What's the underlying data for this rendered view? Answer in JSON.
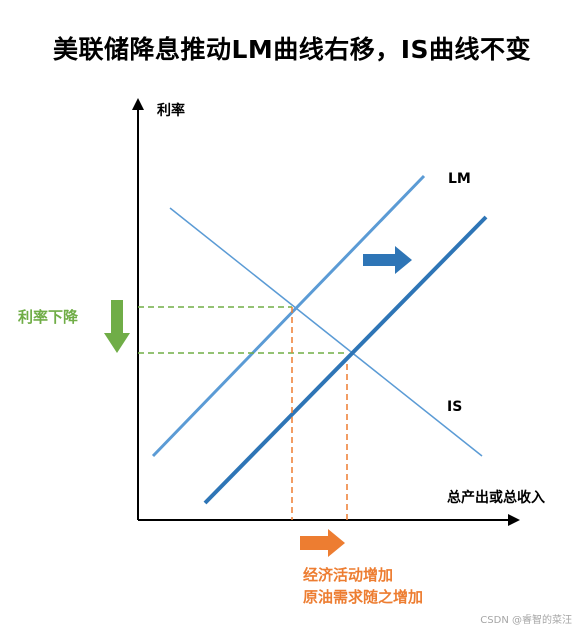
{
  "title": "美联储降息推动LM曲线右移，IS曲线不变",
  "axes": {
    "y_label": "利率",
    "x_label": "总产出或总收入"
  },
  "curves": {
    "lm": "LM",
    "is": "IS"
  },
  "annotations": {
    "rate_down": "利率下降",
    "activity_up": "经济活动增加",
    "oil_demand_up": "原油需求随之增加"
  },
  "watermark": "CSDN @睿智的菜汪",
  "colors": {
    "lm_old": "#5b9bd5",
    "lm_new": "#2e75b6",
    "is": "#5b9bd5",
    "green": "#70ad47",
    "orange": "#ed7d31"
  }
}
